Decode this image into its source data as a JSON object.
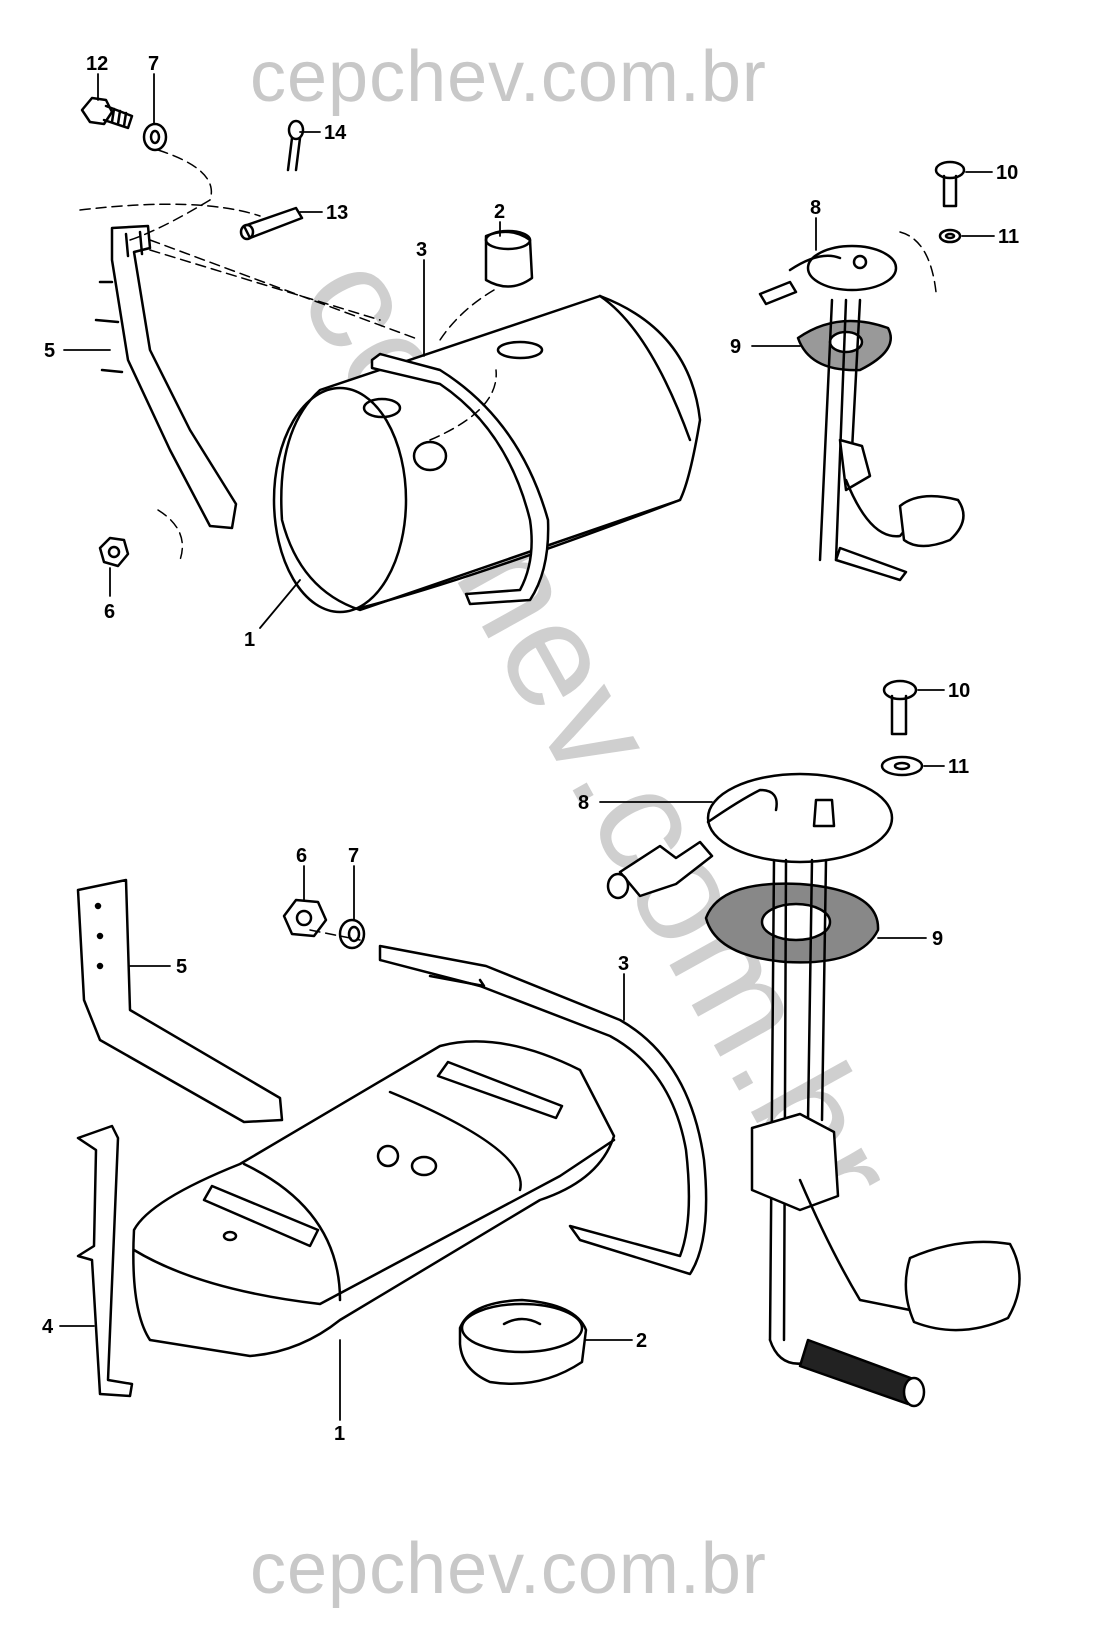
{
  "watermark": {
    "top": "cepchev.com.br",
    "bottom": "cepchev.com.br",
    "diagonal": "cepchev.com.br"
  },
  "callouts_top": {
    "c12": "12",
    "c7": "7",
    "c14": "14",
    "c13": "13",
    "c2": "2",
    "c3": "3",
    "c5": "5",
    "c6": "6",
    "c1": "1",
    "c8": "8",
    "c9": "9",
    "c10": "10",
    "c11": "11"
  },
  "callouts_bottom": {
    "c10": "10",
    "c11": "11",
    "c8": "8",
    "c6": "6",
    "c7": "7",
    "c9": "9",
    "c5": "5",
    "c3": "3",
    "c4": "4",
    "c2": "2",
    "c1": "1"
  }
}
